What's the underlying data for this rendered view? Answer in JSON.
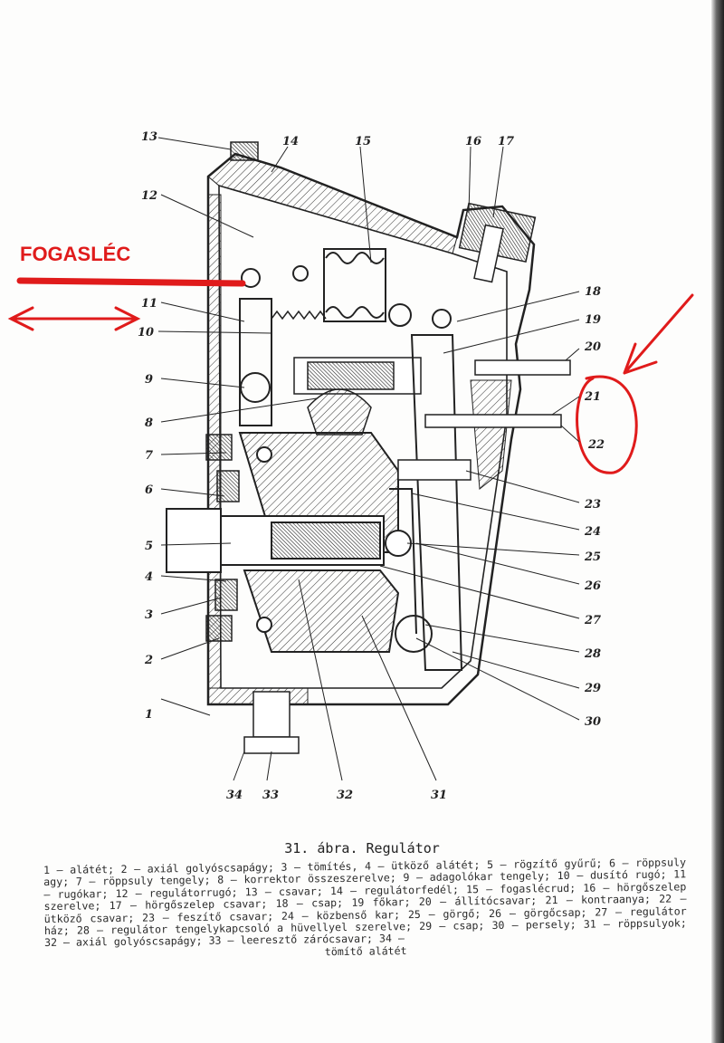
{
  "figure": {
    "annotation": "FOGASLÉC",
    "caption": "31. ábra. Regulátor",
    "callouts": [
      "1",
      "2",
      "3",
      "4",
      "5",
      "6",
      "7",
      "8",
      "9",
      "10",
      "11",
      "12",
      "13",
      "14",
      "15",
      "16",
      "17",
      "18",
      "19",
      "20",
      "21",
      "22",
      "23",
      "24",
      "25",
      "26",
      "27",
      "28",
      "29",
      "30",
      "31",
      "32",
      "33",
      "34"
    ],
    "legend_text": "1 – alátét; 2 – axiál golyóscsapágy; 3 – tömítés, 4 – ütköző alátét; 5 – rögzítő gyűrű; 6 – röppsuly agy; 7 – röppsuly tengely; 8 – korrektor összeszerelve; 9 – adagolókar tengely; 10 – dusító rugó; 11 – rugókar; 12 – regulátorrugó; 13 – csavar; 14 – regulátorfedél; 15 – fogaslécrud; 16 – hörgőszelep szerelve; 17 – hörgőszelep csavar; 18 – csap; 19 főkar; 20 – állítócsavar; 21 – kontraanya; 22 – ütköző csavar; 23 – feszítő csavar; 24 – közbenső kar; 25 – görgő; 26 – görgőcsap; 27 – regulátor ház; 28 – regulátor tengelykapcsoló a hüvellyel szerelve; 29 – csap; 30 – persely; 31 – röppsulyok; 32 – axiál golyóscsapágy; 33 – leeresztő zárócsavar; 34 –",
    "legend_last": "tömítő alátét"
  },
  "colors": {
    "ink": "#222222",
    "annotation": "#e01b1b"
  }
}
